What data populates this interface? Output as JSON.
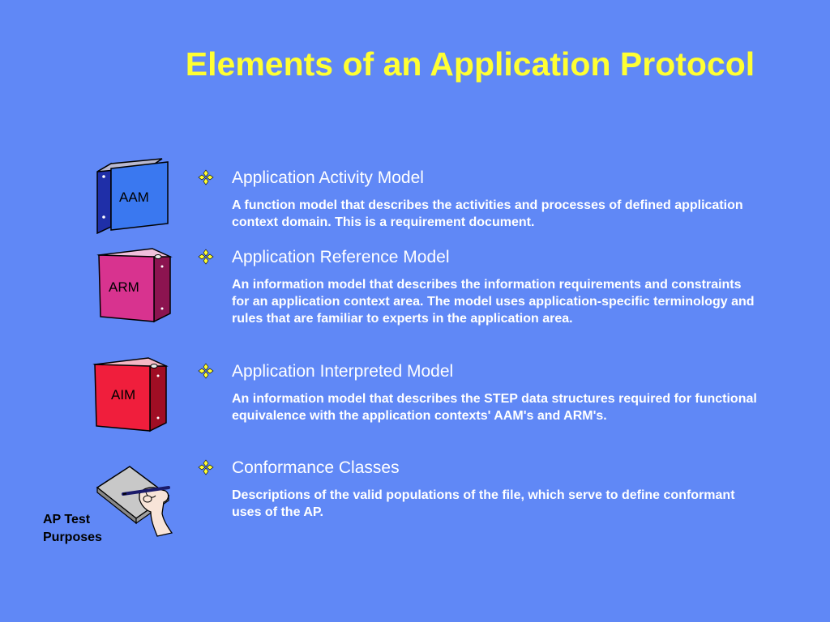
{
  "title": "Elements of an Application Protocol",
  "binders": [
    {
      "label": "AAM",
      "icon": "blue-binder-icon",
      "color": "#3a78f0"
    },
    {
      "label": "ARM",
      "icon": "magenta-binder-icon",
      "color": "#d8338f"
    },
    {
      "label": "AIM",
      "icon": "red-binder-icon",
      "color": "#f01e3c"
    }
  ],
  "notepad": {
    "icon": "notepad-hand-pen-icon",
    "label_line1": "AP Test",
    "label_line2": "Purposes"
  },
  "bullet_icon": "diamond-bullet-icon",
  "items": [
    {
      "heading": "Application Activity Model",
      "description": "A function model that describes the activities and processes of defined application context domain. This is a requirement document."
    },
    {
      "heading": "Application Reference Model",
      "description": "An information model that describes the information requirements and constraints for an application context area.  The model uses application-specific terminology and rules that are familiar to experts in the application area."
    },
    {
      "heading": "Application Interpreted Model",
      "description": "An information model that describes the STEP data structures required for functional equivalence with the application contexts' AAM's and ARM's."
    },
    {
      "heading": "Conformance Classes",
      "description": "Descriptions of the valid populations of the file, which serve to define conformant uses of the AP."
    }
  ]
}
